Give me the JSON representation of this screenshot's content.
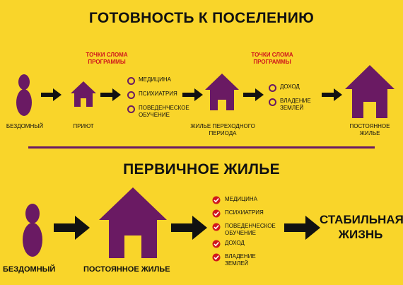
{
  "top": {
    "title": "ГОТОВНОСТЬ К ПОСЕЛЕНИЮ",
    "breakpoint_label_1": "ТОЧКИ СЛОМА\nПРОГРАММЫ",
    "breakpoint_label_2": "ТОЧКИ СЛОМА\nПРОГРАММЫ",
    "labels": {
      "homeless": "БЕЗДОМНЫЙ",
      "shelter": "ПРИЮТ",
      "transitional": "ЖИЛЬЕ ПЕРЕХОДНОГО\nПЕРИОДА",
      "permanent": "ПОСТОЯННОЕ\nЖИЛЬЕ"
    },
    "options_1": [
      "МЕДИЦИНА",
      "ПСИХИАТРИЯ",
      "ПОВЕДЕНЧЕСКОЕ\nОБУЧЕНИЕ"
    ],
    "options_2": [
      "ДОХОД",
      "ВЛАДЕНИЕ\nЗЕМЛЕЙ"
    ]
  },
  "bottom": {
    "title": "ПЕРВИЧНОЕ ЖИЛЬЕ",
    "labels": {
      "homeless": "БЕЗДОМНЫЙ",
      "permanent": "ПОСТОЯННОЕ ЖИЛЬЕ"
    },
    "checklist": [
      "МЕДИЦИНА",
      "ПСИХИАТРИЯ",
      "ПОВЕДЕНЧЕСКОЕ\nОБУЧЕНИЕ",
      "ДОХОД",
      "ВЛАДЕНИЕ ЗЕМЛЕЙ"
    ],
    "outcome": "СТАБИЛЬНАЯ\nЖИЗНЬ"
  },
  "colors": {
    "background": "#f9d52a",
    "purple": "#6a1a63",
    "red": "#d0171c",
    "black": "#111111"
  }
}
